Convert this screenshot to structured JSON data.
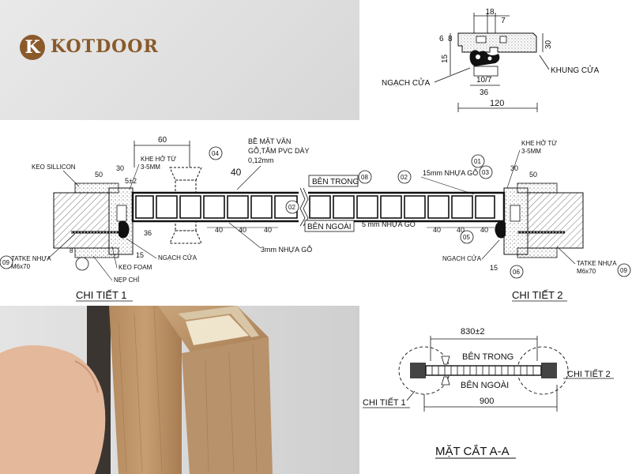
{
  "brand": {
    "mark": "K",
    "name": "KOTDOOR"
  },
  "section": {
    "dims": {
      "d18": "18",
      "d7": "7",
      "d6": "6",
      "d8": "8",
      "d15": "15",
      "d30": "30",
      "d10_7": "10/7",
      "d36": "36",
      "d120": "120"
    },
    "labels": {
      "threshold": "NGẠCH CỬA",
      "frame": "KHUNG CỬA"
    }
  },
  "detail": {
    "dim60": "60",
    "dim40": "40",
    "veneer": [
      "BỀ MẶT VÂN",
      "GỖ,TẤM PVC DÀY",
      "0,12mm"
    ],
    "inside": "BÊN TRONG",
    "outside": "BÊN NGOÀI",
    "tags": {
      "t01": "01",
      "t02": "02",
      "t03": "03",
      "t04": "04",
      "t05": "05",
      "t06": "06",
      "t08": "08",
      "t09": "09"
    },
    "left": {
      "sealant": "KEO SILLICON",
      "gap1": "KHE HỞ TỪ",
      "gap2": "3-5MM",
      "d50": "50",
      "d30": "30",
      "d5_2": "5±2",
      "d36": "36",
      "d8": "8",
      "d15": "15",
      "screw1": "TATKE NHỰA",
      "screw2": "M6x70",
      "threshold": "NGẠCH CỬA",
      "foam": "KEO FOAM",
      "trim": "NẸP CHỈ"
    },
    "right": {
      "gap1": "KHE HỞ TỪ",
      "gap2": "3-5MM",
      "d30": "30",
      "d50": "50",
      "d15": "15",
      "board15": "15mm NHỰA GỖ",
      "screw1": "TATKE NHỰA",
      "screw2": "M6x70",
      "threshold": "NGẠCH CỬA"
    },
    "board5": "5 mm NHỰA GỖ",
    "board3": "3mm NHỰA GỖ",
    "caption_left": "CHI TIẾT 1",
    "caption_right": "CHI TIẾT 2"
  },
  "plan": {
    "dim_leaf": "830±2",
    "dim_total": "900",
    "inside": "BÊN TRONG",
    "outside": "BÊN NGOÀI",
    "detail_left": "CHI TIẾT 1",
    "detail_right": "CHI TIẾT 2",
    "title": "MẶT CẮT A-A"
  }
}
